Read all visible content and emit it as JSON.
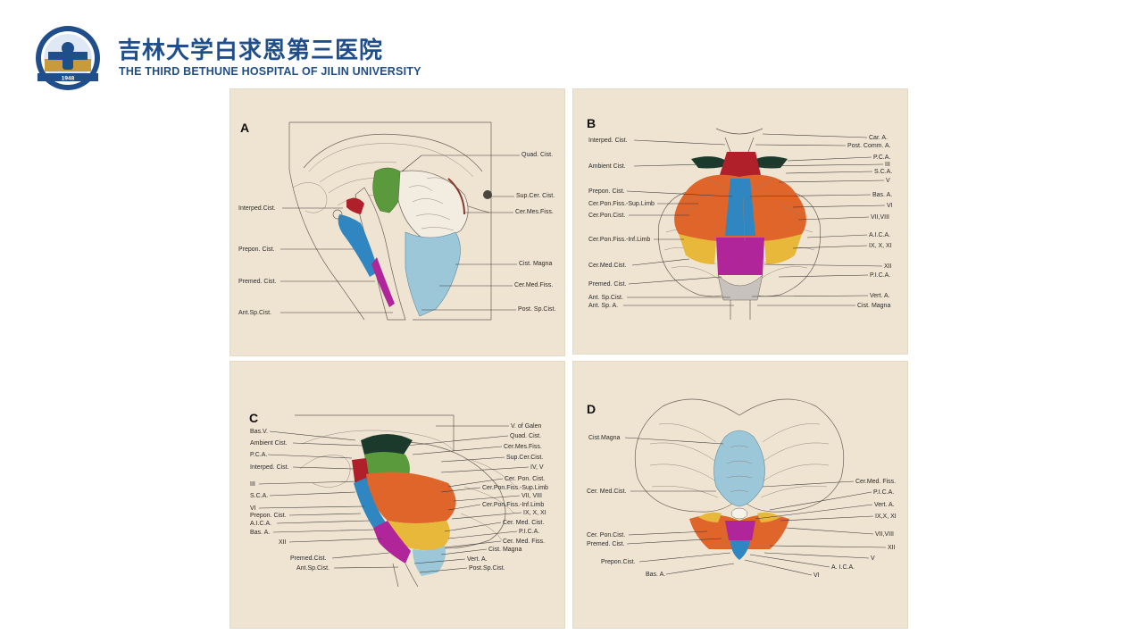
{
  "header": {
    "name_cn": "吉林大学白求恩第三医院",
    "name_en": "THE THIRD BETHUNE HOSPITAL OF JILIN UNIVERSITY",
    "seal_year": "1948"
  },
  "colors": {
    "brand": "#1f4e8a",
    "paper": "#efe3d1",
    "green": "#5a9a3c",
    "red": "#b0202a",
    "blue": "#2f86c0",
    "lightblue": "#9cc7d8",
    "orange": "#e0652a",
    "yellow": "#e8b83a",
    "magenta": "#b0259a",
    "darkgreen": "#1b3a2c"
  },
  "panels": {
    "a": {
      "letter": "A",
      "labels_left": [
        "Interped.Cist.",
        "Prepon. Cist.",
        "Premed. Cist.",
        "Ant.Sp.Cist."
      ],
      "labels_right": [
        "Quad. Cist.",
        "Sup.Cer. Cist.",
        "Cer.Mes.Fiss.",
        "Cist. Magna",
        "Cer.Med.Fiss.",
        "Post. Sp.Cist."
      ]
    },
    "b": {
      "letter": "B",
      "labels_left": [
        "Interped. Cist.",
        "Ambient Cist.",
        "Prepon. Cist.",
        "Cer.Pon.Fiss.-Sup.Limb",
        "Cer.Pon.Cist.",
        "Cer.Pon.Fiss.-Inf.Limb",
        "Cer.Med.Cist.",
        "Premed. Cist.",
        "Ant. Sp.Cist.",
        "Ant. Sp. A."
      ],
      "labels_right": [
        "Car. A.",
        "Post. Comm. A.",
        "P.C.A.",
        "III",
        "S.C.A.",
        "V",
        "Bas. A.",
        "VI",
        "VII,VIII",
        "A.I.C.A.",
        "IX, X, XI",
        "XII",
        "P.I.C.A.",
        "Vert. A.",
        "Cist. Magna"
      ]
    },
    "c": {
      "letter": "C",
      "labels_left": [
        "Bas.V.",
        "Ambient Cist.",
        "P.C.A.",
        "Interped. Cist.",
        "III",
        "S.C.A.",
        "VI",
        "Prepon. Cist.",
        "A.I.C.A.",
        "Bas. A.",
        "XII",
        "Premed.Cist.",
        "Ant.Sp.Cist."
      ],
      "labels_right": [
        "V. of Galen",
        "Quad. Cist.",
        "Cer.Mes.Fiss.",
        "Sup.Cer.Cist.",
        "IV, V",
        "Cer. Pon. Cist.",
        "Cer.Pon.Fiss.-Sup.Limb",
        "VII, VIII",
        "Cer.Pon.Fiss.-Inf.Limb",
        "IX, X, XI",
        "Cer. Med. Cist.",
        "P.I.C.A.",
        "Cer. Med. Fiss.",
        "Cist. Magna",
        "Vert. A.",
        "Post.Sp.Cist."
      ]
    },
    "d": {
      "letter": "D",
      "labels_left": [
        "Cist.Magna",
        "Cer. Med.Cist.",
        "Cer. Pon.Cist.",
        "Premed. Cist.",
        "Prepon.Cist.",
        "Bas. A."
      ],
      "labels_right": [
        "Cer.Med. Fiss.",
        "P.I.C.A.",
        "Vert. A.",
        "IX,X, XI",
        "VII,VIII",
        "XII",
        "V",
        "A. I.C.A.",
        "VI"
      ]
    }
  }
}
